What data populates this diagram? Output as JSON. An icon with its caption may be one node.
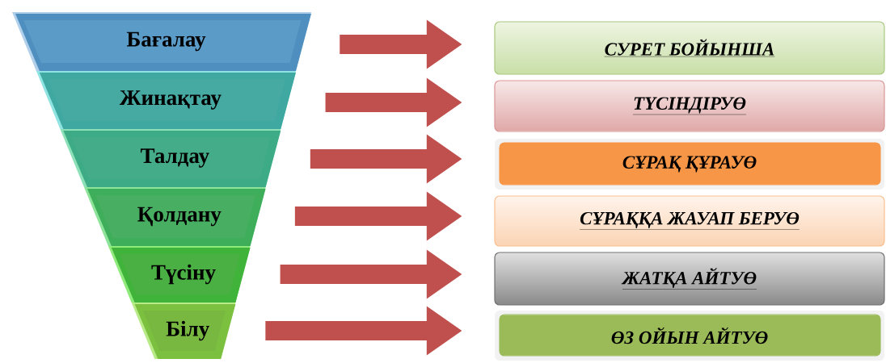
{
  "diagram": {
    "nodes": [
      {
        "text": [
          "Бағалау"
        ]
      },
      {
        "text": [
          "Жинақтау"
        ]
      },
      {
        "text": [
          "Талдау"
        ]
      },
      {
        "text": [
          "Қолдану"
        ]
      },
      {
        "text": [
          "Түсіну"
        ]
      },
      {
        "text": [
          "Білу"
        ]
      },
      {
        "text": [
          "СУРЕТ БОЙЫНША"
        ]
      },
      {
        "text": [
          "ТҮСІНДІРУӨ"
        ]
      },
      {
        "text": [
          "СҰРАҚ ҚҰРАУӨ"
        ]
      },
      {
        "text": [
          "СҰРАҚҚА ЖАУАП БЕРУӨ"
        ]
      },
      {
        "text": [
          "ЖАТҚА АЙТУӨ"
        ]
      },
      {
        "text": [
          "ӨЗ ОЙЫН АЙТУӨ"
        ]
      }
    ],
    "edges": [
      {
        "from": 0,
        "to": 6,
        "arrow": "to"
      },
      {
        "from": 1,
        "to": 7,
        "arrow": "to"
      },
      {
        "from": 2,
        "to": 8,
        "arrow": "to"
      },
      {
        "from": 3,
        "to": 9,
        "arrow": "to"
      },
      {
        "from": 4,
        "to": 10,
        "arrow": "to"
      },
      {
        "from": 5,
        "to": 11,
        "arrow": "to"
      }
    ]
  }
}
